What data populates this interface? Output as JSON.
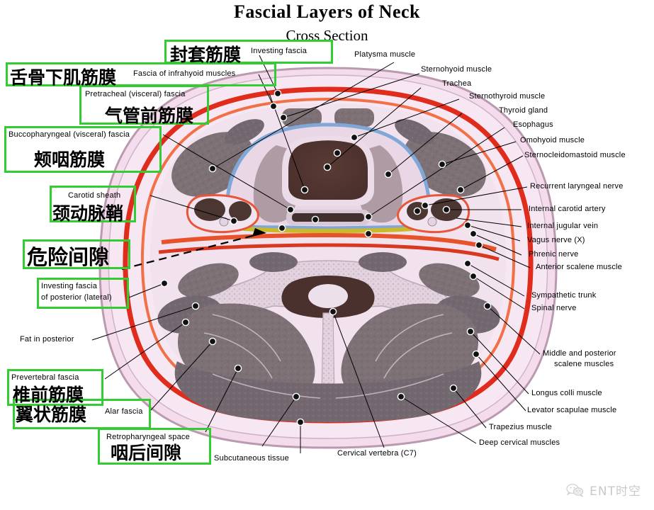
{
  "title": {
    "main": "Fascial Layers of Neck",
    "sub": "Cross Section"
  },
  "colors": {
    "highlight_box": "#33cc33",
    "fascia_outer_red": "#e32b1e",
    "pretracheal_blue": "#7fa8d8",
    "buccopharyngeal_yellow": "#c8b828",
    "danger_space_orange": "#e8622a",
    "subcutaneous_pink": "#f0cde2",
    "muscle_gray": "#7a6f72",
    "background": "#ffffff"
  },
  "highlighted_terms": [
    {
      "id": "investing-fascia",
      "en": "Investing  fascia",
      "cn": "封套筋膜"
    },
    {
      "id": "infrahyoid-fascia",
      "en": "Fascia of infrahyoid muscles",
      "cn": "舌骨下肌筋膜"
    },
    {
      "id": "pretracheal-fascia",
      "en": "Pretracheal (visceral) fascia",
      "cn": "气管前筋膜"
    },
    {
      "id": "buccopharyngeal",
      "en": "Buccopharyngeal (visceral) fascia",
      "cn": "颊咽筋膜"
    },
    {
      "id": "carotid-sheath",
      "en": "Carotid sheath",
      "cn": "颈动脉鞘"
    },
    {
      "id": "danger-space",
      "en": "",
      "cn": "危险间隙"
    },
    {
      "id": "investing-posterior",
      "en": "Investing fascia of posterior (lateral)",
      "cn": ""
    },
    {
      "id": "prevertebral-fascia",
      "en": "Prevertebral  fascia",
      "cn": "椎前筋膜"
    },
    {
      "id": "alar-fascia",
      "en": "Alar fascia",
      "cn": "翼状筋膜"
    },
    {
      "id": "retropharyngeal",
      "en": "Retropharyngeal space",
      "cn": "咽后间隙"
    }
  ],
  "labels": {
    "investing_fascia": "Investing  fascia",
    "infrahyoid": "Fascia of infrahyoid muscles",
    "pretracheal": "Pretracheal (visceral) fascia",
    "buccopharyngeal": "Buccopharyngeal (visceral) fascia",
    "carotid_sheath": "Carotid sheath",
    "investing_posterior_1": "Investing fascia",
    "investing_posterior_2": "of posterior (lateral)",
    "fat_in_posterior": "Fat in  posterior",
    "prevertebral": "Prevertebral  fascia",
    "alar_fascia": "Alar fascia",
    "retropharyngeal": "Retropharyngeal space",
    "subcutaneous": "Subcutaneous tissue",
    "cervical_vertebra": "Cervical vertebra (C7)",
    "platysma": "Platysma muscle",
    "sternohyoid": "Sternohyoid muscle",
    "trachea": "Trachea",
    "sternothyroid": "Sternothyroid muscle",
    "thyroid_gland": "Thyroid gland",
    "esophagus": "Esophagus",
    "omohyoid": "Omohyoid muscle",
    "sternocleidomastoid": "Sternocleidomastoid muscle",
    "recurrent_laryngeal": "Recurrent laryngeal nerve",
    "internal_carotid": "Internal carotid artery",
    "internal_jugular": "Internal jugular vein",
    "vagus": "Vagus nerve (X)",
    "phrenic": "Phrenic nerve",
    "anterior_scalene": "Anterior scalene muscle",
    "sympathetic_trunk": "Sympathetic trunk",
    "spinal_nerve": "Spinal nerve",
    "middle_posterior_scalene_1": "Middle and posterior",
    "middle_posterior_scalene_2": "scalene muscles",
    "longus_colli": "Longus colli muscle",
    "levator_scapulae": "Levator scapulae muscle",
    "trapezius": "Trapezius muscle",
    "deep_cervical": "Deep cervical muscles"
  },
  "cn_labels": {
    "investing_fascia": "封套筋膜",
    "infrahyoid": "舌骨下肌筋膜",
    "pretracheal": "气管前筋膜",
    "buccopharyngeal": "颊咽筋膜",
    "carotid_sheath": "颈动脉鞘",
    "danger_space": "危险间隙",
    "prevertebral": "椎前筋膜",
    "alar_fascia": "翼状筋膜",
    "retropharyngeal": "咽后间隙"
  },
  "watermark": {
    "text": "ENT时空",
    "icon": "wechat-icon"
  }
}
